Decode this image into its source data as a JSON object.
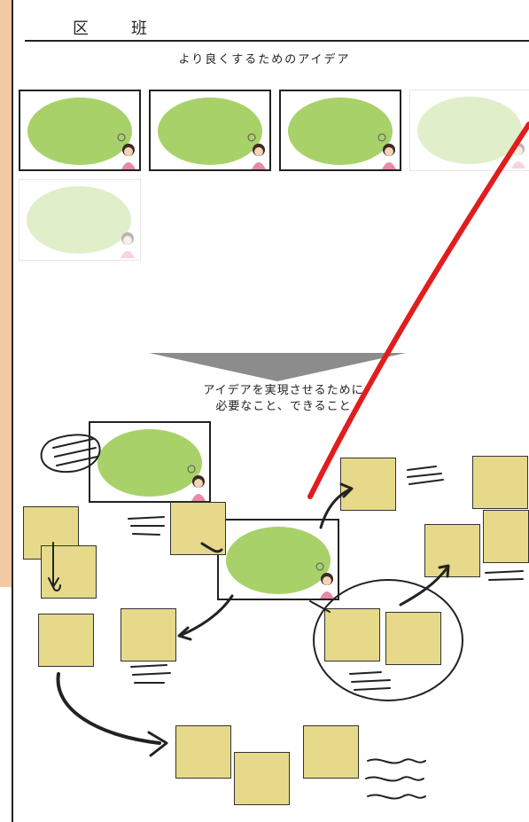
{
  "header": {
    "ku": "区",
    "han": "班"
  },
  "section_title": "より良くするためのアイデア",
  "subtitle": {
    "line1": "アイデアを実現させるために",
    "line2": "必要なこと、できること"
  },
  "colors": {
    "bubble": "#a9d16a",
    "sticky": "#e6d98a",
    "red_stroke": "#e11d1d",
    "left_strip": "#f3c9a4",
    "arrow": "#8c8c8c"
  },
  "icons": [
    "person-icon",
    "lightbulb-icon"
  ]
}
